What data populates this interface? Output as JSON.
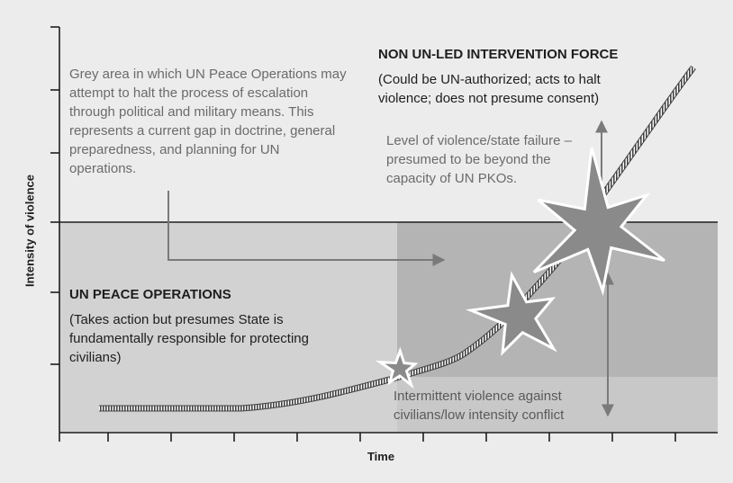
{
  "axes": {
    "x_label": "Time",
    "y_label": "Intensity of violence"
  },
  "annotations": {
    "grey_area_note": "Grey area in which UN Peace Operations may attempt to halt the process of escalation through political and military means. This represents a current gap in doctrine, general preparedness, and planning for UN operations.",
    "non_un_title": "NON UN-LED INTERVENTION FORCE",
    "non_un_desc": "(Could be UN-authorized; acts to halt violence; does not presume consent)",
    "level_note": "Level of violence/state failure – presumed to be beyond the capacity of UN PKOs.",
    "un_title": "UN PEACE OPERATIONS",
    "un_desc": "(Takes action but presumes State is fundamentally responsible for protecting civilians)",
    "intermittent_note": "Intermittent violence against civilians/low intensity conflict"
  },
  "colors": {
    "background": "#ececec",
    "un_zone": "#d2d2d2",
    "grey_zone": "#b4b4b4",
    "intermittent_band": "#c8c8c8",
    "burst_fill": "#8a8a8a",
    "arrow": "#7a7a7a",
    "axis": "#1e1e1e"
  }
}
